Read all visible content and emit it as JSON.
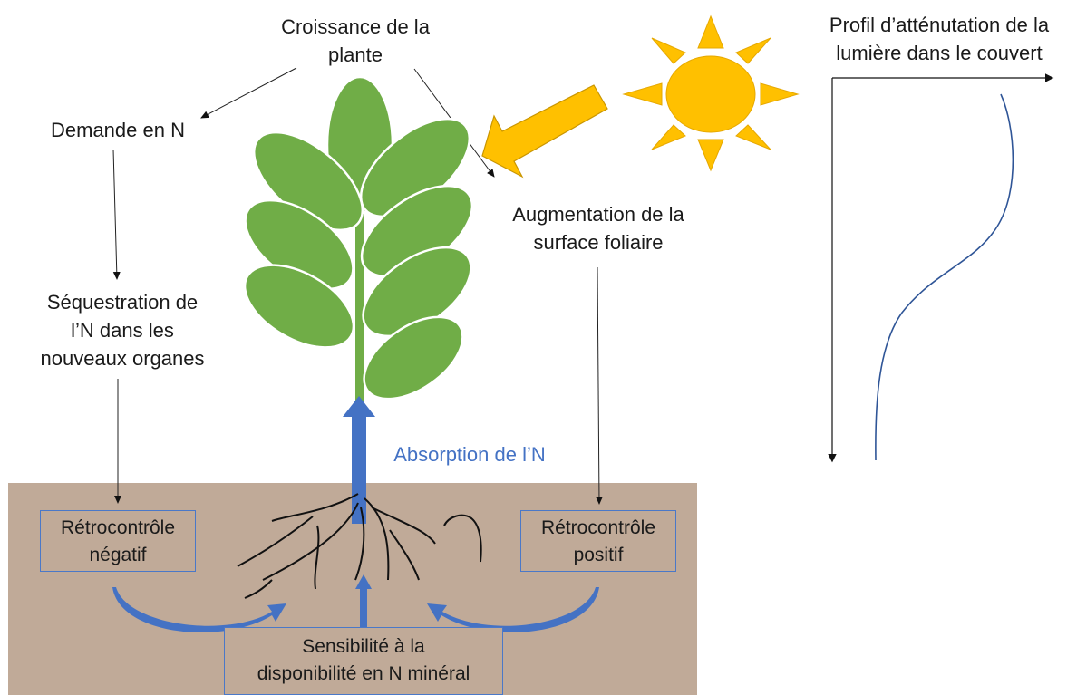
{
  "labels": {
    "croissance": [
      "Croissance de la",
      "plante"
    ],
    "demande": "Demande en N",
    "sequestration": [
      "Séquestration de",
      "l’N dans les",
      "nouveaux organes"
    ],
    "augmentation": [
      "Augmentation de la",
      "surface foliaire"
    ],
    "profil": [
      "Profil d’atténutation de la",
      "lumière dans le couvert"
    ],
    "absorption": "Absorption de l’N"
  },
  "boxes": {
    "negatif": [
      "Rétrocontrôle",
      "négatif"
    ],
    "positif": [
      "Rétrocontrôle",
      "positif"
    ],
    "sensibilite": [
      "Sensibilité à la",
      "disponibilité en N minéral"
    ]
  },
  "colors": {
    "leaf": "#70ad47",
    "leaf_outline": "#ffffff",
    "soil": "#c0aa98",
    "arrow_blue": "#4472c4",
    "sun": "#ffc000",
    "curve": "#2f5597"
  }
}
